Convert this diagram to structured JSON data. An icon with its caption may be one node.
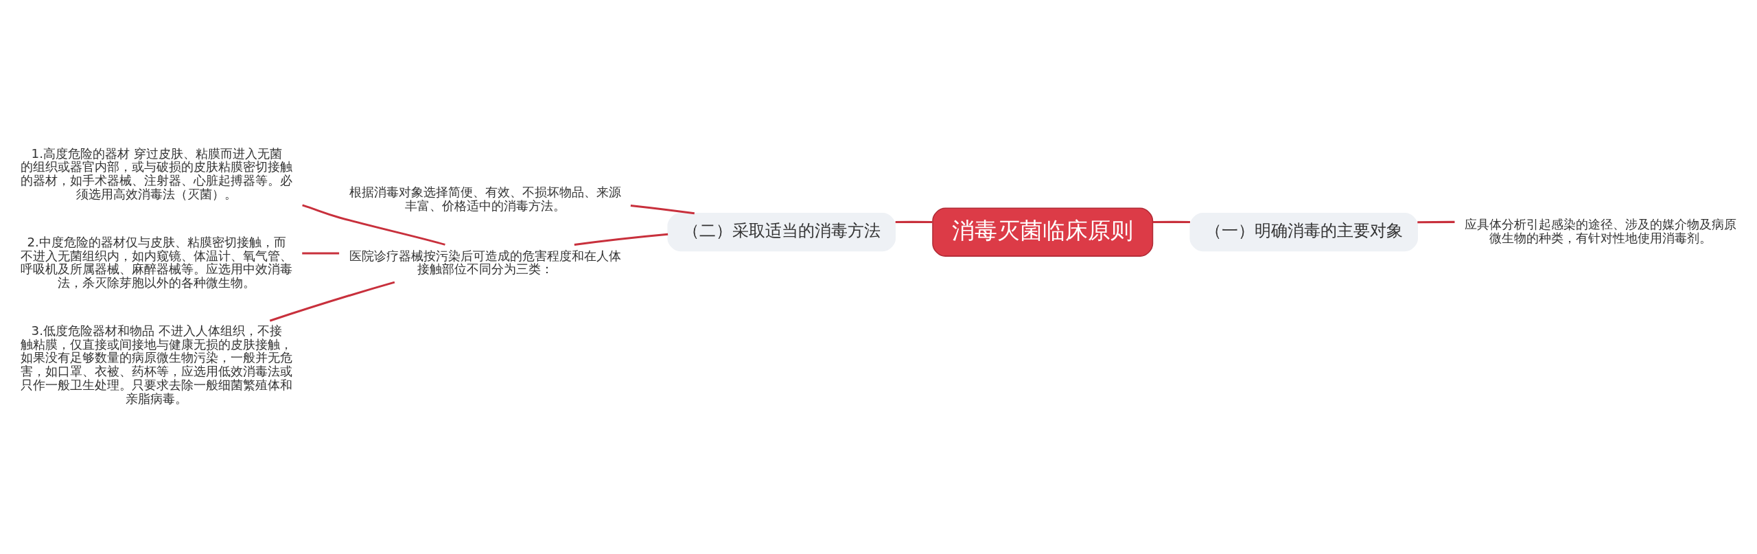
{
  "diagram": {
    "nodes": [
      {
        "text": [
          "消毒灭菌临床原则"
        ]
      },
      {
        "text": [
          "（一）明确消毒的主要对象"
        ]
      },
      {
        "text": [
          "应具体分析引起感染的途径、涉及的媒介物及病原微生物的种类，有针对性地使用消毒剂。"
        ]
      },
      {
        "text": [
          "（二）采取适当的消毒方法"
        ]
      },
      {
        "text": [
          "根据消毒对象选择简便、有效、不损坏物品、来源丰富、价格适中的消毒方法。"
        ]
      },
      {
        "text": [
          "医院诊疗器械按污染后可造成的危害程度和在人体接触部位不同分为三类："
        ]
      },
      {
        "text": [
          "1.高度危险的器材 穿过皮肤、粘膜而进入无菌的组织或器官内部，或与破损的皮肤粘膜密切接触的器材，如手术器械、注射器、心脏起搏器等。必须选用高效消毒法（灭菌）。"
        ]
      },
      {
        "text": [
          "2.中度危险的器材仅与皮肤、粘膜密切接触，而不进入无菌组织内，如内窥镜、体温计、氧气管、呼吸机及所属器械、麻醉器械等。应选用中效消毒法，杀灭除芽胞以外的各种微生物。"
        ]
      },
      {
        "text": [
          "3.低度危险器材和物品 不进入人体组织，不接触粘膜，仅直接或间接地与健康无损的皮肤接触，如果没有足够数量的病原微生物污染，一般并无危害，如口罩、衣被、药杯等，应选用低效消毒法或只作一般卫生处理。只要求去除一般细菌繁殖体和亲脂病毒。"
        ]
      }
    ],
    "edges": [
      {
        "from": 0,
        "to": 1,
        "arrow": "none"
      },
      {
        "from": 1,
        "to": 2,
        "arrow": "none"
      },
      {
        "from": 0,
        "to": 3,
        "arrow": "none"
      },
      {
        "from": 3,
        "to": 4,
        "arrow": "none"
      },
      {
        "from": 3,
        "to": 5,
        "arrow": "none"
      },
      {
        "from": 5,
        "to": 6,
        "arrow": "none"
      },
      {
        "from": 5,
        "to": 7,
        "arrow": "none"
      },
      {
        "from": 5,
        "to": 8,
        "arrow": "none"
      }
    ]
  }
}
